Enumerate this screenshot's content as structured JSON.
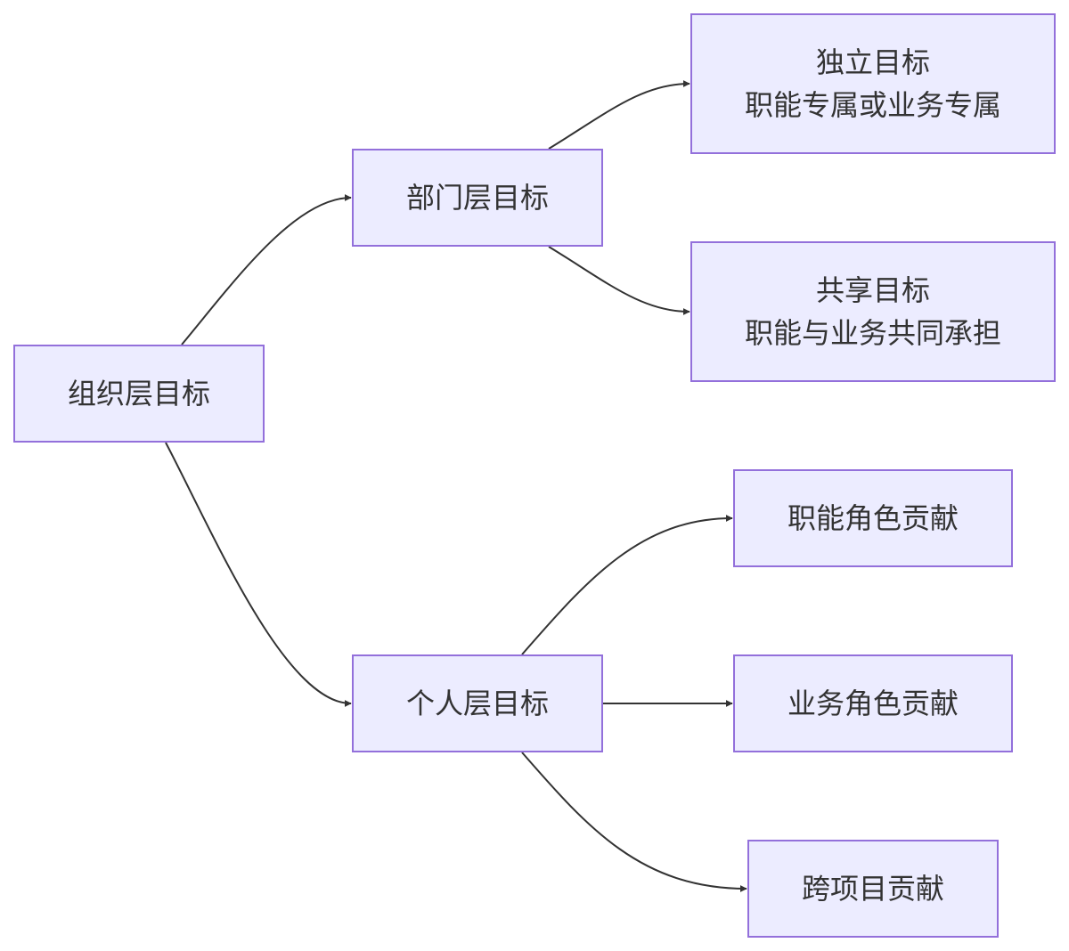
{
  "colors": {
    "node_fill": "#ececff",
    "node_border": "#9370db",
    "edge": "#333333",
    "text": "#333333"
  },
  "nodes": {
    "org": {
      "label": "组织层目标"
    },
    "dept": {
      "label": "部门层目标"
    },
    "indep": {
      "line1": "独立目标",
      "line2": "职能专属或业务专属"
    },
    "shared": {
      "line1": "共享目标",
      "line2": "职能与业务共同承担"
    },
    "indiv": {
      "label": "个人层目标"
    },
    "func_role": {
      "label": "职能角色贡献"
    },
    "biz_role": {
      "label": "业务角色贡献"
    },
    "cross": {
      "label": "跨项目贡献"
    }
  },
  "edges": [
    {
      "from": "org",
      "to": "dept"
    },
    {
      "from": "org",
      "to": "indiv"
    },
    {
      "from": "dept",
      "to": "indep"
    },
    {
      "from": "dept",
      "to": "shared"
    },
    {
      "from": "indiv",
      "to": "func_role"
    },
    {
      "from": "indiv",
      "to": "biz_role"
    },
    {
      "from": "indiv",
      "to": "cross"
    }
  ]
}
